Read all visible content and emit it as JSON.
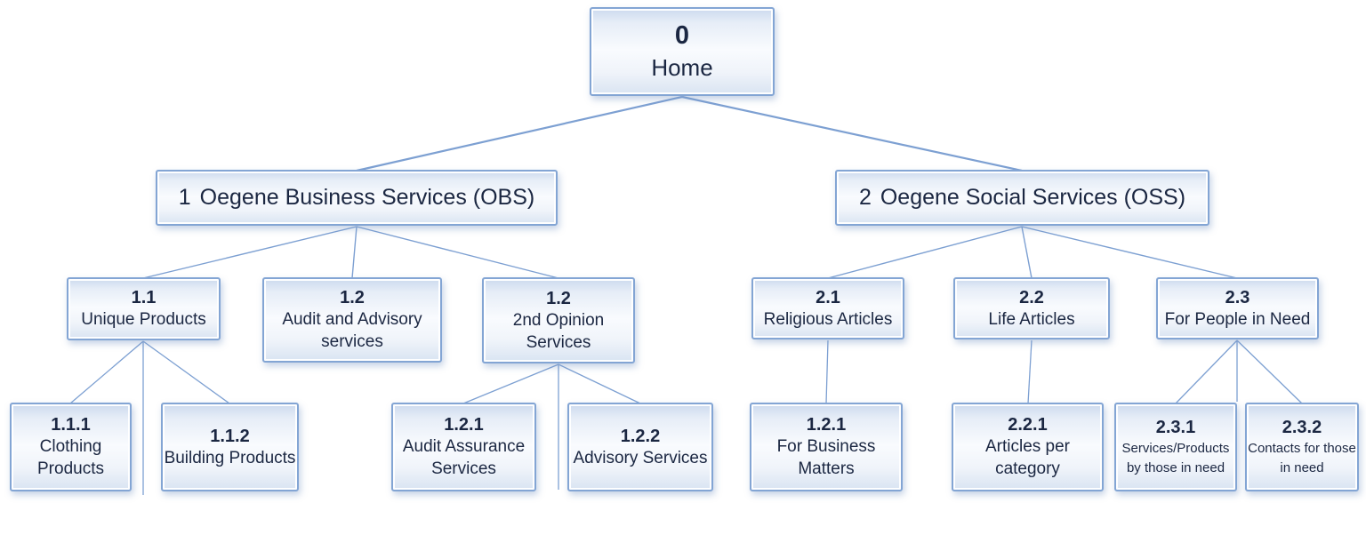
{
  "diagram": {
    "title": "Sitemap tree",
    "type": "sitemap-tree",
    "colors": {
      "background": "#ffffff",
      "box_border": "#83a5d4",
      "box_fill_top": "#ccdaee",
      "box_fill_middle": "#f9fbfe",
      "box_fill_bottom": "#d9e4f2",
      "connector": "#7da0d2",
      "text": "#1b2742"
    },
    "nodes": {
      "home": {
        "number": "0",
        "label": "Home",
        "parent": null
      },
      "obs": {
        "number": "1",
        "label": "Oegene Business Services (OBS)",
        "parent": "home"
      },
      "oss": {
        "number": "2",
        "label": "Oegene Social Services (OSS)",
        "parent": "home"
      },
      "n11": {
        "number": "1.1",
        "label": "Unique Products",
        "parent": "obs"
      },
      "n12a": {
        "number": "1.2",
        "label": "Audit and Advisory services",
        "parent": "obs"
      },
      "n12b": {
        "number": "1.2",
        "label": "2nd Opinion Services",
        "parent": "obs"
      },
      "n21": {
        "number": "2.1",
        "label": "Religious Articles",
        "parent": "oss"
      },
      "n22": {
        "number": "2.2",
        "label": "Life Articles",
        "parent": "oss"
      },
      "n23": {
        "number": "2.3",
        "label": "For People in Need",
        "parent": "oss"
      },
      "n111": {
        "number": "1.1.1",
        "label": "Clothing Products",
        "parent": "n11"
      },
      "n112": {
        "number": "1.1.2",
        "label": "Building Products",
        "parent": "n11"
      },
      "n121": {
        "number": "1.2.1",
        "label": "Audit Assurance Services",
        "parent": "n12b"
      },
      "n122": {
        "number": "1.2.2",
        "label": "Advisory Services",
        "parent": "n12b"
      },
      "n121b": {
        "number": "1.2.1",
        "label": "For Business Matters",
        "parent": "n21"
      },
      "n221": {
        "number": "2.2.1",
        "label": "Articles per category",
        "parent": "n22"
      },
      "n231": {
        "number": "2.3.1",
        "label": "Services/Products by those in need",
        "parent": "n23"
      },
      "n232": {
        "number": "2.3.2",
        "label": "Contacts for those in need",
        "parent": "n23"
      }
    }
  }
}
